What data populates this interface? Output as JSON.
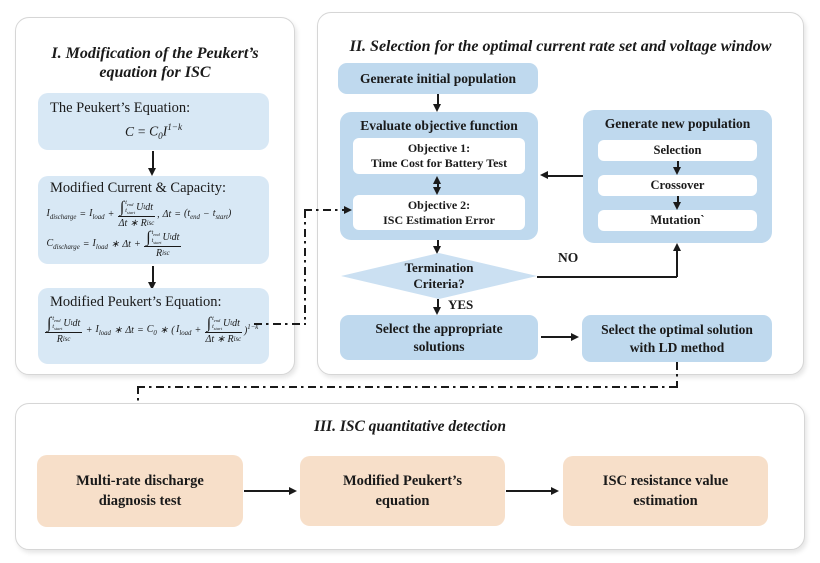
{
  "panel1": {
    "title_line1": "I. Modification of the Peukert’s",
    "title_line2": "equation for ISC",
    "box1_label": "The Peukert’s Equation:",
    "box2_label": "Modified Current & Capacity:",
    "box3_label": "Modified Peukert’s Equation:"
  },
  "panel2": {
    "title": "II. Selection for the optimal current rate set and voltage window",
    "generate_initial": "Generate initial population",
    "evaluate": {
      "title": "Evaluate objective function",
      "objective1_line1": "Objective 1:",
      "objective1_line2": "Time Cost for Battery Test",
      "objective2_line1": "Objective 2:",
      "objective2_line2": "ISC Estimation Error"
    },
    "generate_new": {
      "title": "Generate new population",
      "steps": [
        "Selection",
        "Crossover",
        "Mutation`"
      ]
    },
    "decision": {
      "line1": "Termination",
      "line2": "Criteria?",
      "yes": "YES",
      "no": "NO"
    },
    "select_appropriate_line1": "Select the appropriate",
    "select_appropriate_line2": "solutions",
    "select_optimal_line1": "Select  the optimal solution",
    "select_optimal_line2": "with LD method"
  },
  "panel3": {
    "title": "III. ISC quantitative detection",
    "step1_line1": "Multi-rate discharge",
    "step1_line2": "diagnosis test",
    "step2_line1": "Modified Peukert’s",
    "step2_line2": "equation",
    "step3_line1": "ISC resistance value",
    "step3_line2": "estimation"
  },
  "math": {
    "int_sign": "∫",
    "t": "t",
    "start": "start",
    "end": "end",
    "U": "U",
    "t_sub": "t",
    "dt": "dt",
    "R": "R",
    "isc": "isc",
    "I": "I",
    "discharge": "discharge",
    "load": "load",
    "C": "C",
    "zero": "0",
    "delta_t": "Δt",
    "exp_1mk": "1−k",
    "eq": "=",
    "plus": "+",
    "star": "∗",
    "comma": ",",
    "minus": "−",
    "lparen": "(",
    "rparen": ")"
  },
  "colors": {
    "panel1_box_blue": "#d8e8f5",
    "panel2_box_blue": "#bfd9ee",
    "diamond_blue": "#cbe0f2",
    "panel3_box_peach": "#f7dfc9",
    "line_color": "#1a1a1a",
    "panel_border": "#d6d6d6"
  }
}
